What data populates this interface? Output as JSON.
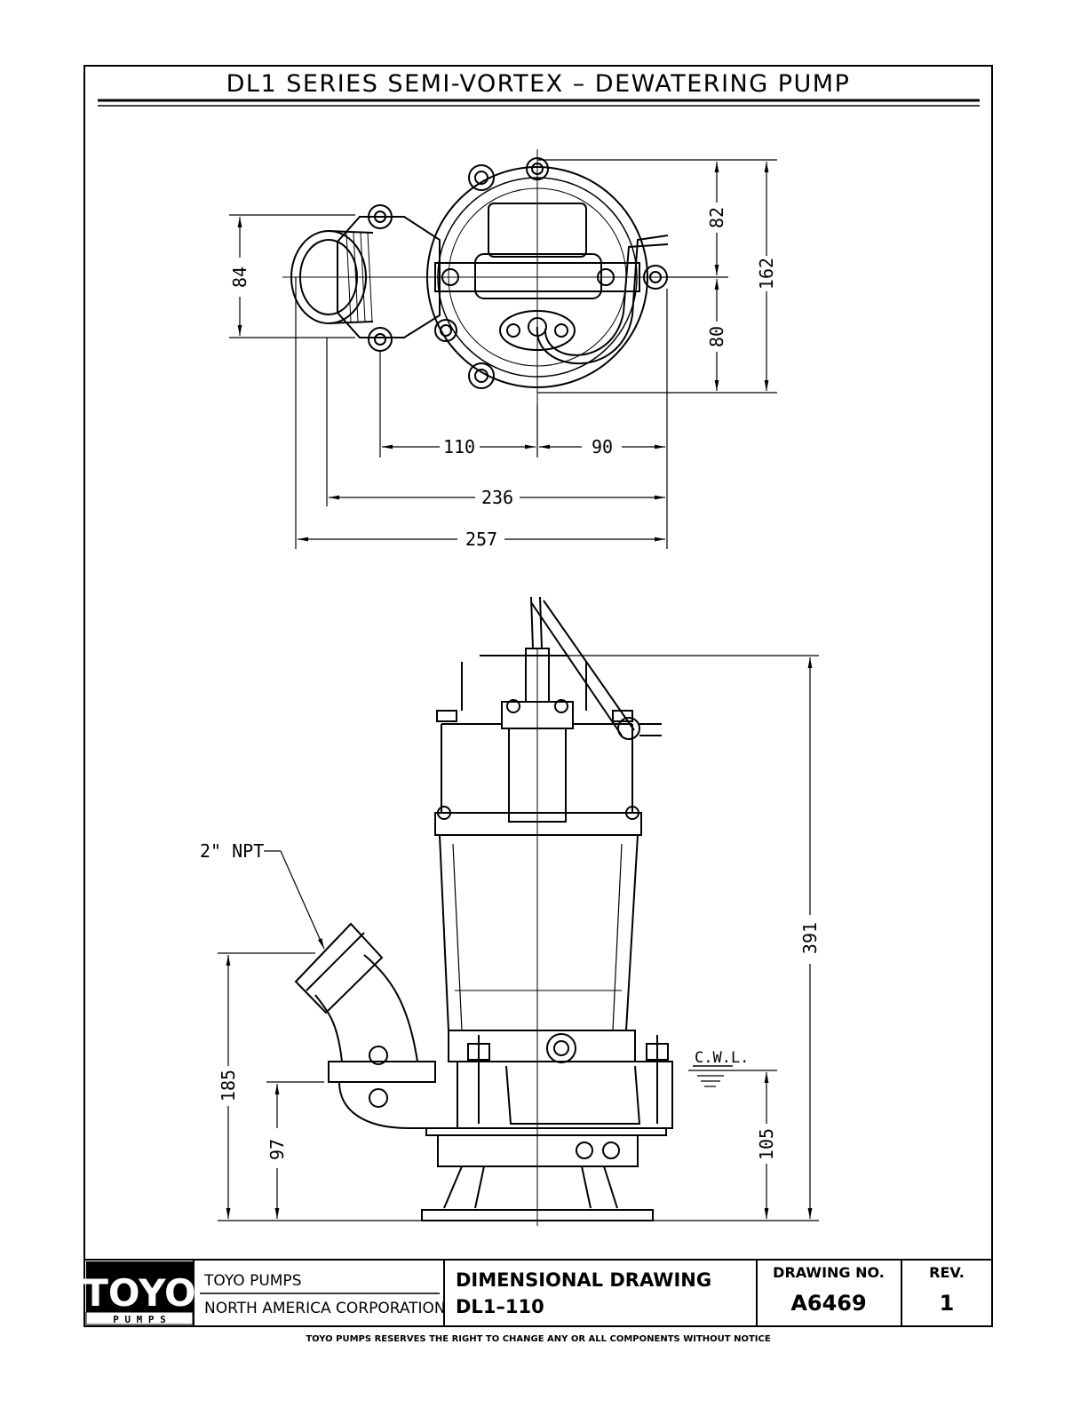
{
  "title": "DL1 SERIES SEMI-VORTEX – DEWATERING PUMP",
  "top_view": {
    "dims": {
      "d84": "84",
      "d82": "82",
      "d80": "80",
      "d162": "162",
      "d110": "110",
      "d90": "90",
      "d236": "236",
      "d257": "257"
    }
  },
  "side_view": {
    "dims": {
      "d391": "391",
      "d185": "185",
      "d97": "97",
      "d105": "105"
    },
    "callout_npt": "2\" NPT",
    "cwl_label": "C.W.L."
  },
  "title_block": {
    "logo_text": "TOYO",
    "logo_sub": "P U M P S",
    "company_line1": "TOYO PUMPS",
    "company_line2": "NORTH AMERICA CORPORATION",
    "drawing_type": "DIMENSIONAL DRAWING",
    "model": "DL1–110",
    "drawing_no_label": "DRAWING NO.",
    "drawing_no": "A6469",
    "rev_label": "REV.",
    "rev": "1"
  },
  "footer_note": "TOYO PUMPS RESERVES THE RIGHT TO CHANGE ANY OR ALL COMPONENTS WITHOUT NOTICE",
  "colors": {
    "ink": "#000000",
    "paper": "#ffffff"
  }
}
